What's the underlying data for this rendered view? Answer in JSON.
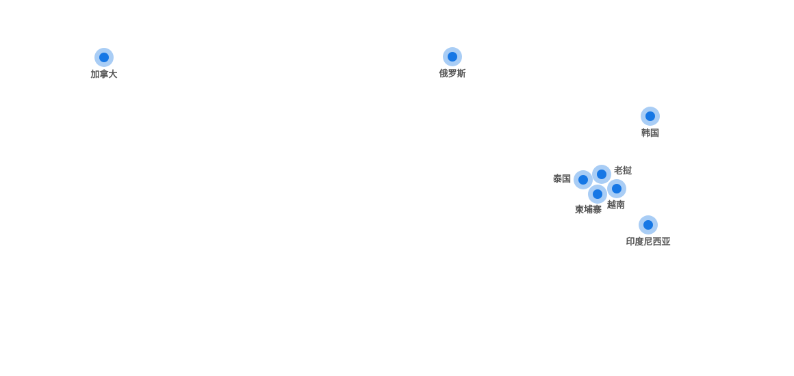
{
  "map": {
    "markers": [
      {
        "id": "canada",
        "label": "加拿大"
      },
      {
        "id": "russia",
        "label": "俄罗斯"
      },
      {
        "id": "korea",
        "label": "韩国"
      },
      {
        "id": "thailand",
        "label": "泰国"
      },
      {
        "id": "laos",
        "label": "老挝"
      },
      {
        "id": "vietnam",
        "label": "越南"
      },
      {
        "id": "cambodia",
        "label": "柬埔寨"
      },
      {
        "id": "indonesia",
        "label": "印度尼西亚"
      }
    ]
  },
  "colors": {
    "marker_fill": "#1677e5",
    "marker_halo": "#a9cdf5",
    "label_text": "#555555",
    "background": "#ffffff"
  }
}
